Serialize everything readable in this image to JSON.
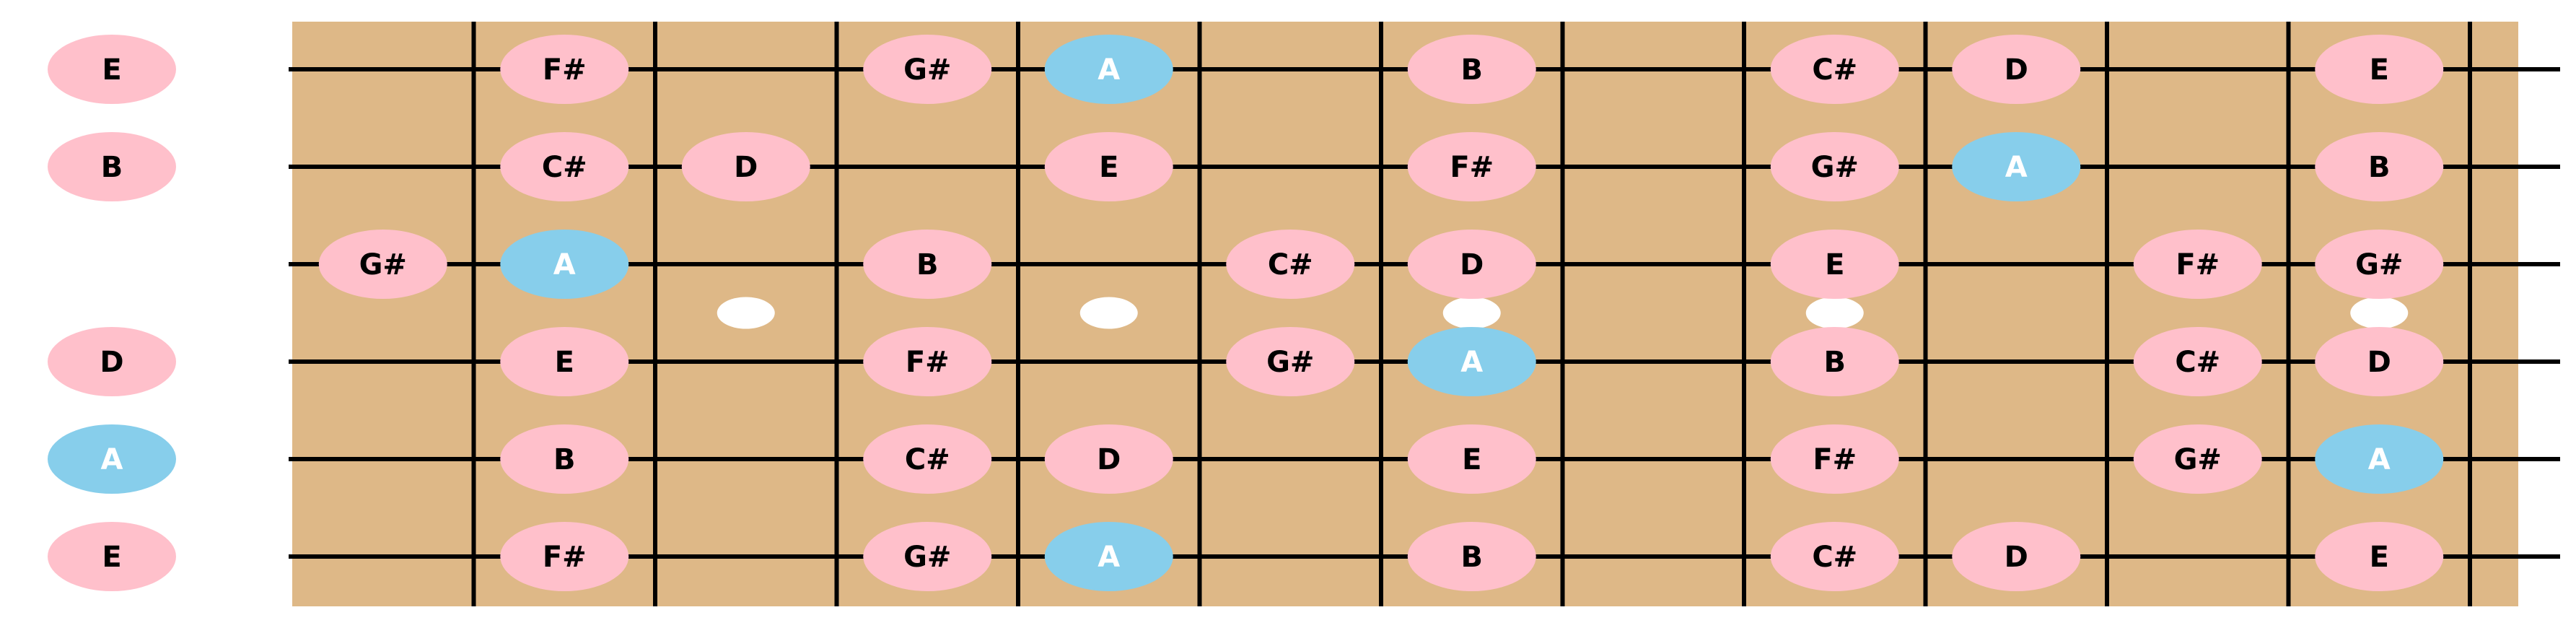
{
  "diagram": {
    "type": "guitar-fretboard-scale",
    "colors": {
      "fretboard": "#deb887",
      "string": "#000000",
      "fret": "#000000",
      "inlay": "#ffffff",
      "note": "#ffc0cb",
      "root_note": "#87ceeb",
      "note_text": "#000000",
      "root_text": "#ffffff"
    },
    "fret_count": 12,
    "inlay_frets": [
      3,
      5,
      7,
      9,
      12
    ],
    "strings": [
      {
        "open": {
          "label": "E",
          "root": false
        },
        "frets": [
          {
            "fret": 2,
            "label": "F#",
            "root": false
          },
          {
            "fret": 4,
            "label": "G#",
            "root": false
          },
          {
            "fret": 5,
            "label": "A",
            "root": true
          },
          {
            "fret": 7,
            "label": "B",
            "root": false
          },
          {
            "fret": 9,
            "label": "C#",
            "root": false
          },
          {
            "fret": 10,
            "label": "D",
            "root": false
          },
          {
            "fret": 12,
            "label": "E",
            "root": false
          }
        ]
      },
      {
        "open": {
          "label": "B",
          "root": false
        },
        "frets": [
          {
            "fret": 2,
            "label": "C#",
            "root": false
          },
          {
            "fret": 3,
            "label": "D",
            "root": false
          },
          {
            "fret": 5,
            "label": "E",
            "root": false
          },
          {
            "fret": 7,
            "label": "F#",
            "root": false
          },
          {
            "fret": 9,
            "label": "G#",
            "root": false
          },
          {
            "fret": 10,
            "label": "A",
            "root": true
          },
          {
            "fret": 12,
            "label": "B",
            "root": false
          }
        ]
      },
      {
        "open": null,
        "frets": [
          {
            "fret": 1,
            "label": "G#",
            "root": false
          },
          {
            "fret": 2,
            "label": "A",
            "root": true
          },
          {
            "fret": 4,
            "label": "B",
            "root": false
          },
          {
            "fret": 6,
            "label": "C#",
            "root": false
          },
          {
            "fret": 7,
            "label": "D",
            "root": false
          },
          {
            "fret": 9,
            "label": "E",
            "root": false
          },
          {
            "fret": 11,
            "label": "F#",
            "root": false
          },
          {
            "fret": 12,
            "label": "G#",
            "root": false
          }
        ]
      },
      {
        "open": {
          "label": "D",
          "root": false
        },
        "frets": [
          {
            "fret": 2,
            "label": "E",
            "root": false
          },
          {
            "fret": 4,
            "label": "F#",
            "root": false
          },
          {
            "fret": 6,
            "label": "G#",
            "root": false
          },
          {
            "fret": 7,
            "label": "A",
            "root": true
          },
          {
            "fret": 9,
            "label": "B",
            "root": false
          },
          {
            "fret": 11,
            "label": "C#",
            "root": false
          },
          {
            "fret": 12,
            "label": "D",
            "root": false
          }
        ]
      },
      {
        "open": {
          "label": "A",
          "root": true
        },
        "frets": [
          {
            "fret": 2,
            "label": "B",
            "root": false
          },
          {
            "fret": 4,
            "label": "C#",
            "root": false
          },
          {
            "fret": 5,
            "label": "D",
            "root": false
          },
          {
            "fret": 7,
            "label": "E",
            "root": false
          },
          {
            "fret": 9,
            "label": "F#",
            "root": false
          },
          {
            "fret": 11,
            "label": "G#",
            "root": false
          },
          {
            "fret": 12,
            "label": "A",
            "root": true
          }
        ]
      },
      {
        "open": {
          "label": "E",
          "root": false
        },
        "frets": [
          {
            "fret": 2,
            "label": "F#",
            "root": false
          },
          {
            "fret": 4,
            "label": "G#",
            "root": false
          },
          {
            "fret": 5,
            "label": "A",
            "root": true
          },
          {
            "fret": 7,
            "label": "B",
            "root": false
          },
          {
            "fret": 9,
            "label": "C#",
            "root": false
          },
          {
            "fret": 10,
            "label": "D",
            "root": false
          },
          {
            "fret": 12,
            "label": "E",
            "root": false
          }
        ]
      }
    ]
  }
}
